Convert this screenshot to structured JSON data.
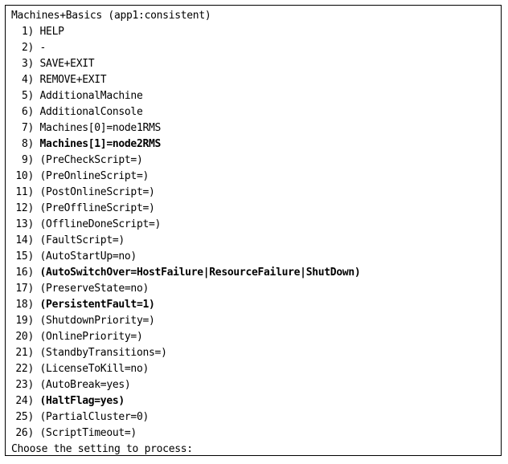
{
  "header": "Machines+Basics (app1:consistent)",
  "menu": [
    {
      "num": "1)",
      "label": "HELP",
      "bold": false
    },
    {
      "num": "2)",
      "label": "-",
      "bold": false
    },
    {
      "num": "3)",
      "label": "SAVE+EXIT",
      "bold": false
    },
    {
      "num": "4)",
      "label": "REMOVE+EXIT",
      "bold": false
    },
    {
      "num": "5)",
      "label": "AdditionalMachine",
      "bold": false
    },
    {
      "num": "6)",
      "label": "AdditionalConsole",
      "bold": false
    },
    {
      "num": "7)",
      "label": "Machines[0]=node1RMS",
      "bold": false
    },
    {
      "num": "8)",
      "label": "Machines[1]=node2RMS",
      "bold": true
    },
    {
      "num": "9)",
      "label": "(PreCheckScript=)",
      "bold": false
    },
    {
      "num": "10)",
      "label": "(PreOnlineScript=)",
      "bold": false
    },
    {
      "num": "11)",
      "label": "(PostOnlineScript=)",
      "bold": false
    },
    {
      "num": "12)",
      "label": "(PreOfflineScript=)",
      "bold": false
    },
    {
      "num": "13)",
      "label": "(OfflineDoneScript=)",
      "bold": false
    },
    {
      "num": "14)",
      "label": "(FaultScript=)",
      "bold": false
    },
    {
      "num": "15)",
      "label": "(AutoStartUp=no)",
      "bold": false
    },
    {
      "num": "16)",
      "label": "(AutoSwitchOver=HostFailure|ResourceFailure|ShutDown)",
      "bold": true
    },
    {
      "num": "17)",
      "label": "(PreserveState=no)",
      "bold": false
    },
    {
      "num": "18)",
      "label": "(PersistentFault=1)",
      "bold": true
    },
    {
      "num": "19)",
      "label": "(ShutdownPriority=)",
      "bold": false
    },
    {
      "num": "20)",
      "label": "(OnlinePriority=)",
      "bold": false
    },
    {
      "num": "21)",
      "label": "(StandbyTransitions=)",
      "bold": false
    },
    {
      "num": "22)",
      "label": "(LicenseToKill=no)",
      "bold": false
    },
    {
      "num": "23)",
      "label": "(AutoBreak=yes)",
      "bold": false
    },
    {
      "num": "24)",
      "label": "(HaltFlag=yes)",
      "bold": true
    },
    {
      "num": "25)",
      "label": "(PartialCluster=0)",
      "bold": false
    },
    {
      "num": "26)",
      "label": "(ScriptTimeout=)",
      "bold": false
    }
  ],
  "prompt": "Choose the setting to process:"
}
